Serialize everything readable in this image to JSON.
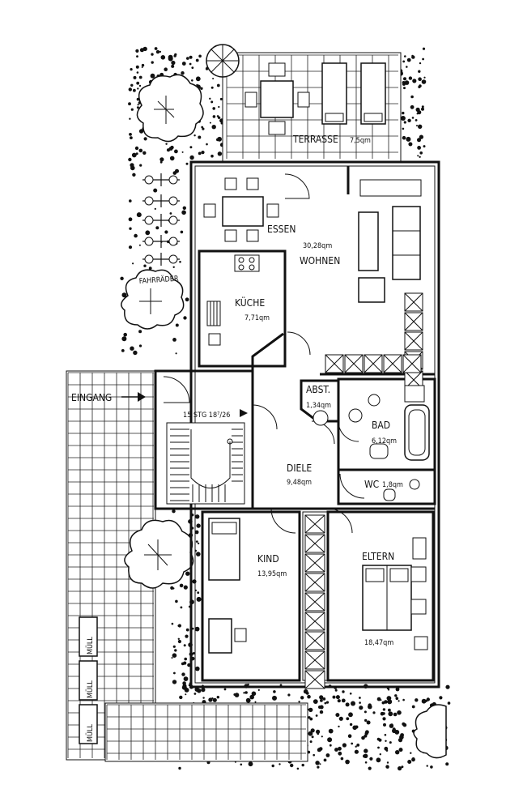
{
  "rooms": {
    "terrasse": {
      "name": "TERRASSE",
      "area": "7,5qm"
    },
    "essen": {
      "name": "ESSEN"
    },
    "wohnen": {
      "name": "WOHNEN",
      "area": "30,28qm"
    },
    "kueche": {
      "name": "KÜCHE",
      "area": "7,71qm"
    },
    "abst": {
      "name": "ABST.",
      "area": "1,34qm"
    },
    "bad": {
      "name": "BAD",
      "area": "6,12qm"
    },
    "wc": {
      "name": "WC",
      "area": "1,8qm"
    },
    "diele": {
      "name": "DIELE",
      "area": "9,48qm"
    },
    "kind": {
      "name": "KIND",
      "area": "13,95qm"
    },
    "eltern": {
      "name": "ELTERN",
      "area": "18,47qm"
    }
  },
  "labels": {
    "eingang": "EINGANG",
    "stairs": "15 STG 18⁷/26",
    "fahrraeder": "FAHRRÄDER",
    "muell": [
      "MÜLL",
      "MÜLL",
      "MÜLL"
    ]
  },
  "colors": {
    "ink": "#111111",
    "paper": "#ffffff"
  }
}
